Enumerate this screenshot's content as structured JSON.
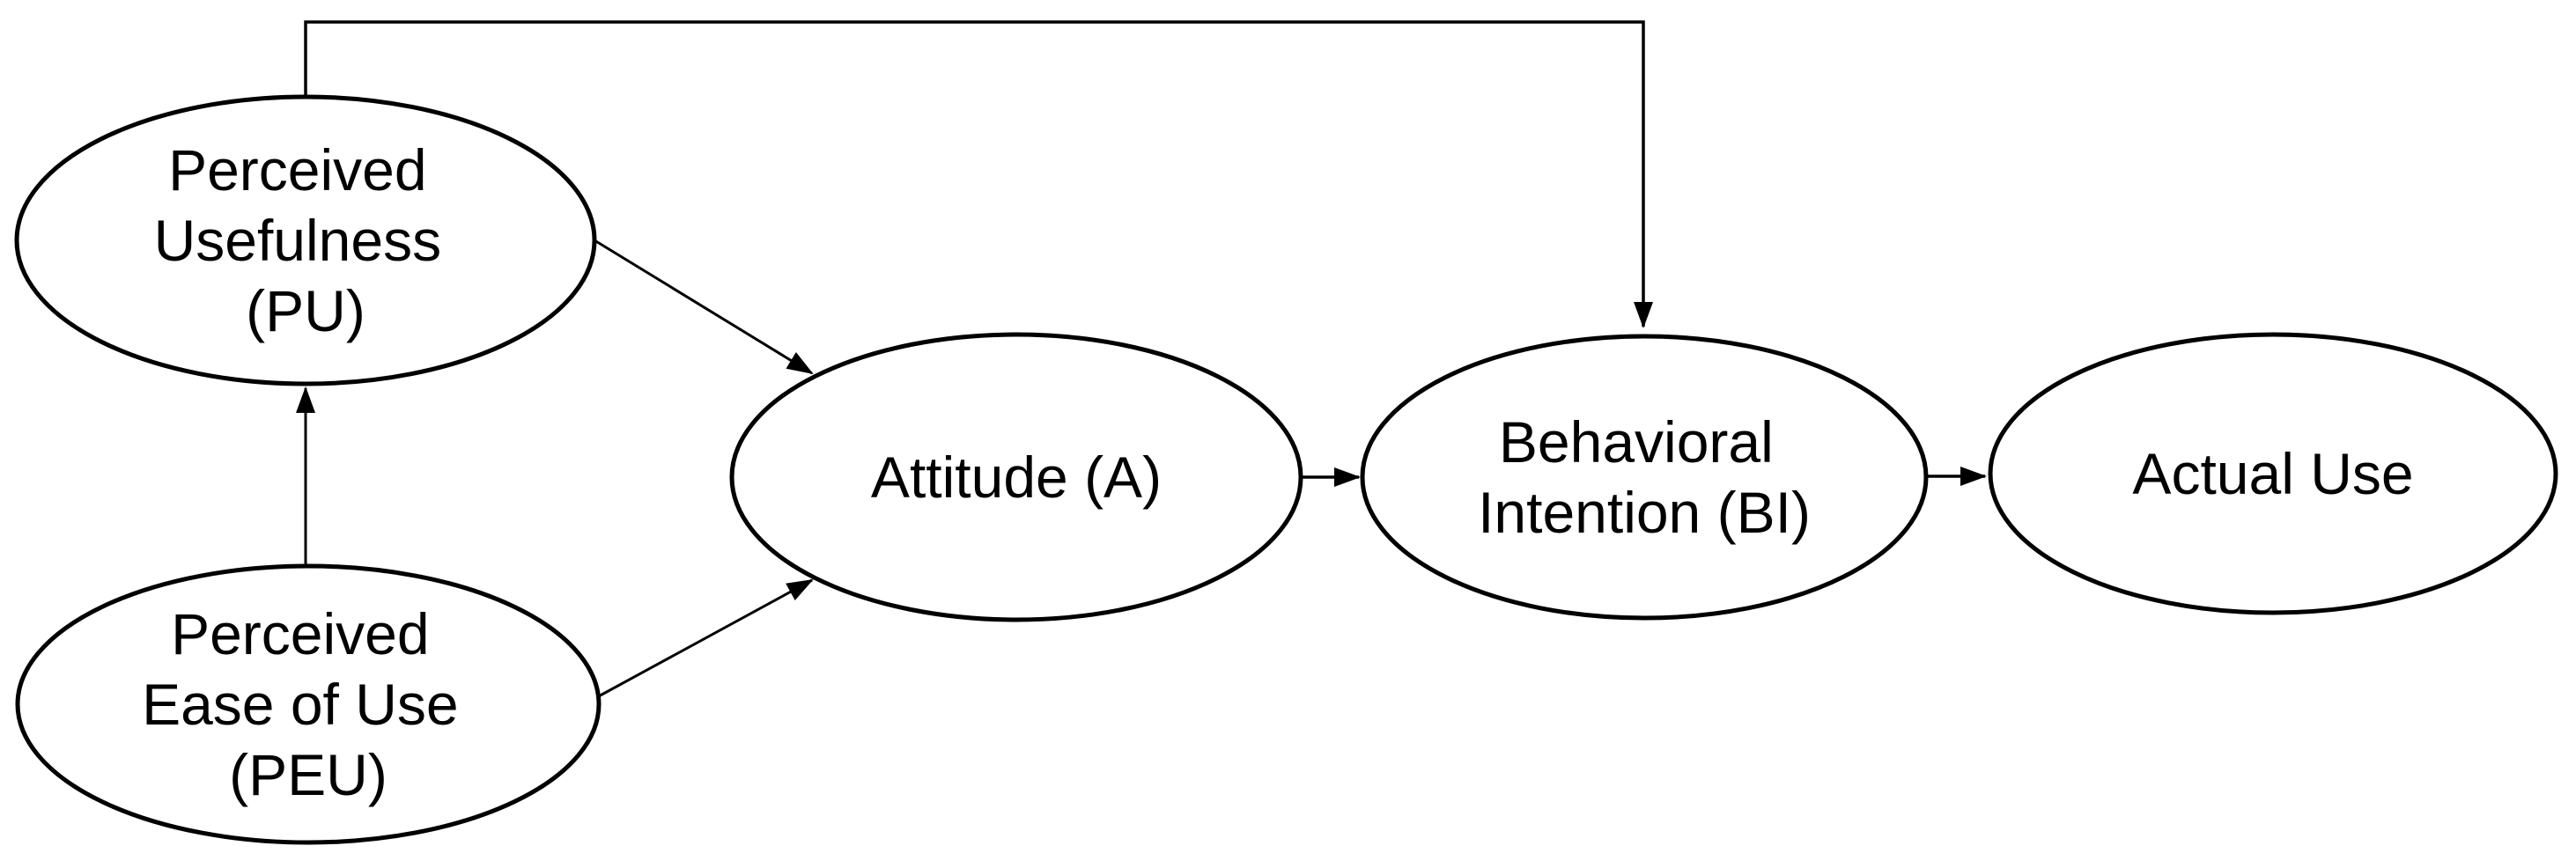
{
  "diagram": {
    "type": "concept-model-flowchart",
    "colors": {
      "background": "#ffffff",
      "node_fill": "#ffffff",
      "node_stroke": "#000000",
      "text": "#000000",
      "arrow": "#000000"
    },
    "nodes": {
      "perceived_usefulness": {
        "id": "PU",
        "label": "Perceived Usefulness (PU)",
        "lines": [
          "Perceived",
          "Usefulness",
          "(PU)"
        ]
      },
      "perceived_ease_of_use": {
        "id": "PEU",
        "label": "Perceived Ease of Use (PEU)",
        "lines": [
          "Perceived",
          "Ease of Use",
          "(PEU)"
        ]
      },
      "attitude": {
        "id": "A",
        "label": "Attitude (A)",
        "lines": [
          "Attitude (A)"
        ]
      },
      "behavioral_intention": {
        "id": "BI",
        "label": "Behavioral Intention (BI)",
        "lines": [
          "Behavioral",
          "Intention (BI)"
        ]
      },
      "actual_use": {
        "id": "AU",
        "label": "Actual Use",
        "lines": [
          "Actual Use"
        ]
      }
    },
    "edges": [
      {
        "from": "Perceived Ease of Use (PEU)",
        "to": "Perceived Usefulness (PU)",
        "style": "straight-arrow"
      },
      {
        "from": "Perceived Usefulness (PU)",
        "to": "Attitude (A)",
        "style": "straight-arrow"
      },
      {
        "from": "Perceived Ease of Use (PEU)",
        "to": "Attitude (A)",
        "style": "straight-arrow"
      },
      {
        "from": "Attitude (A)",
        "to": "Behavioral Intention (BI)",
        "style": "straight-arrow"
      },
      {
        "from": "Behavioral Intention (BI)",
        "to": "Actual Use",
        "style": "straight-arrow"
      },
      {
        "from": "Perceived Usefulness (PU)",
        "to": "Behavioral Intention (BI)",
        "style": "orthogonal-arrow-over-top"
      }
    ]
  }
}
